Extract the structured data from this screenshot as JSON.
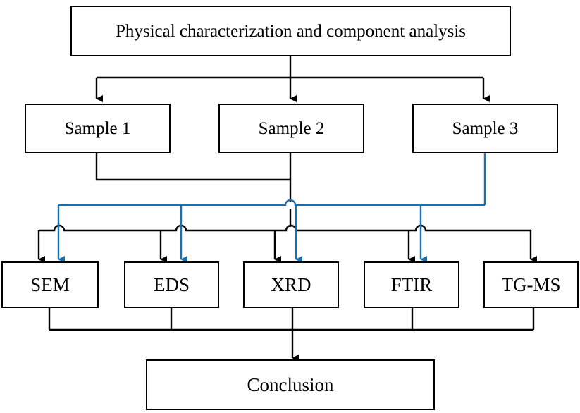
{
  "diagram": {
    "title_node": {
      "label": "Physical characterization and component analysis"
    },
    "samples": [
      {
        "id": "sample-1",
        "label": "Sample 1"
      },
      {
        "id": "sample-2",
        "label": "Sample 2"
      },
      {
        "id": "sample-3",
        "label": "Sample 3"
      }
    ],
    "methods": [
      {
        "id": "sem",
        "label": "SEM"
      },
      {
        "id": "eds",
        "label": "EDS"
      },
      {
        "id": "xrd",
        "label": "XRD"
      },
      {
        "id": "ftir",
        "label": "FTIR"
      },
      {
        "id": "tg-ms",
        "label": "TG-MS"
      }
    ],
    "conclusion_node": {
      "label": "Conclusion"
    },
    "colors": {
      "line_black": "#000000",
      "line_blue": "#1a6fb0",
      "box_border": "#000000",
      "box_fill": "#ffffff",
      "text": "#000000"
    }
  }
}
